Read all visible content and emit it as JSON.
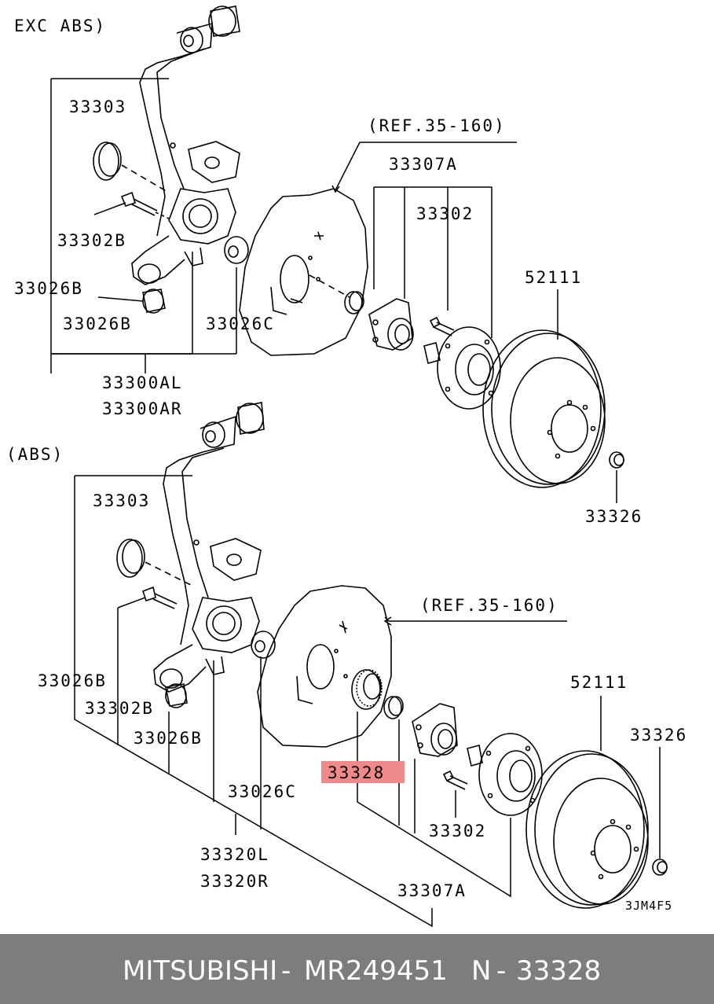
{
  "labels": {
    "exc_abs": "EXC ABS)",
    "abs": "(ABS)",
    "ref_top": "(REF.35-160)",
    "ref_bottom": "(REF.35-160)",
    "p33303_top": "33303",
    "p33307a_top": "33307A",
    "p33302_top": "33302",
    "p33302b_top": "33302B",
    "p52111_top": "52111",
    "p33026b_top_a": "33026B",
    "p33026b_top_b": "33026B",
    "p33026c_top": "33026C",
    "p33300al": "33300AL",
    "p33300ar": "33300AR",
    "p33326_top": "33326",
    "p33303_bot": "33303",
    "p52111_bot": "52111",
    "p33326_bot": "33326",
    "p33026b_bot_a": "33026B",
    "p33302b_bot": "33302B",
    "p33026b_bot_b": "33026B",
    "p33328": "33328",
    "p33026c_bot": "33026C",
    "p33302_bot": "33302",
    "p33320l": "33320L",
    "p33320r": "33320R",
    "p33307a_bot": "33307A",
    "diagram_code": "3JM4F5"
  },
  "highlight": {
    "part": "33328",
    "color": "#f08a8a"
  },
  "footer": {
    "brand": "MITSUBISHI",
    "separator": "-",
    "part_number": "MR249451",
    "n_label": "N",
    "n_separator": "-",
    "n_code": "33328"
  },
  "colors": {
    "footer_bg": "#7d7d7d",
    "footer_text": "#ffffff",
    "line": "#000000"
  }
}
